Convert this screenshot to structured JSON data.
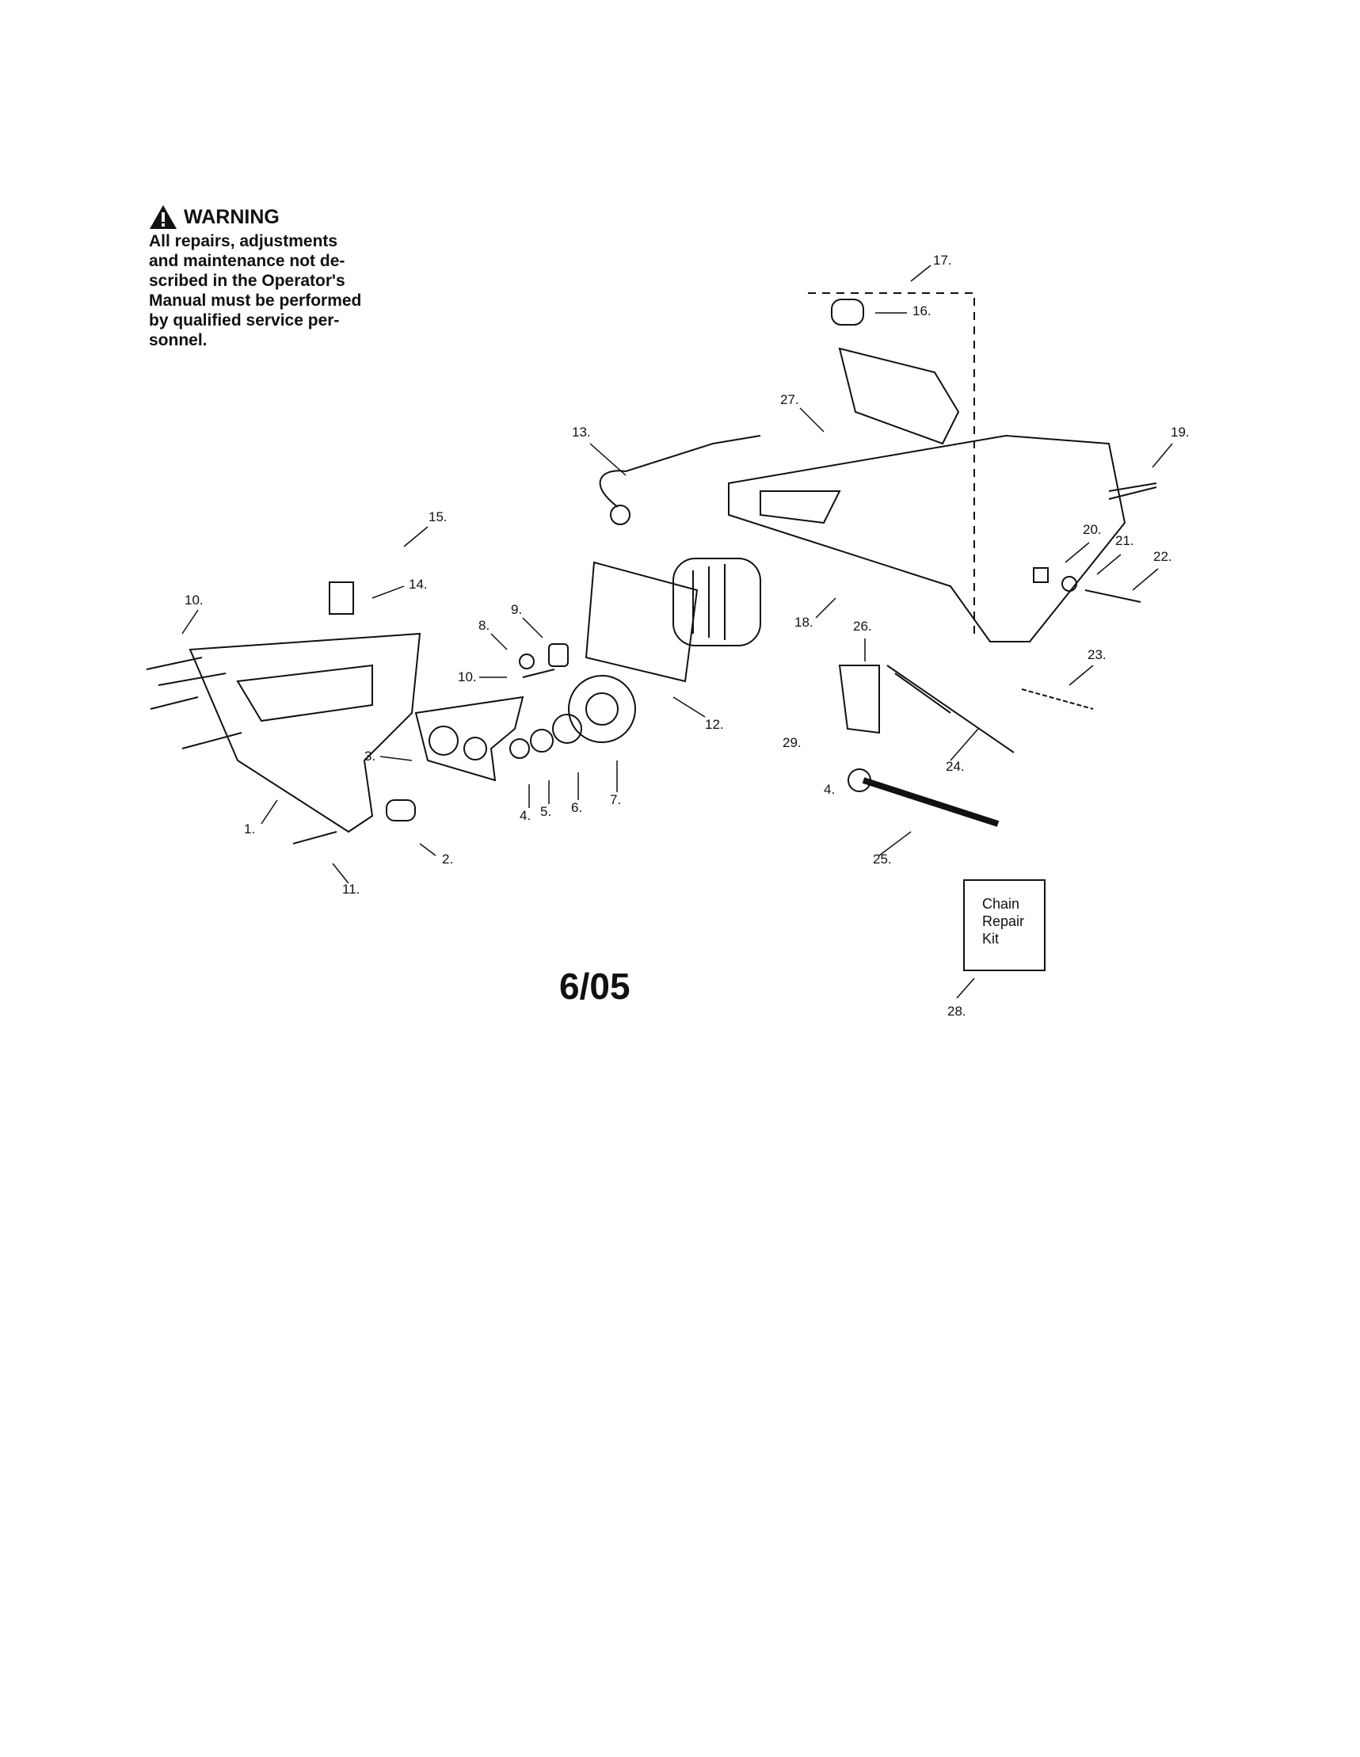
{
  "warning": {
    "heading": "WARNING",
    "icon": "warning-triangle-icon",
    "lines": [
      "All repairs, adjustments",
      "and maintenance not de-",
      "scribed in the Operator's",
      "Manual must be performed",
      "by qualified  service per-",
      "sonnel."
    ]
  },
  "callouts": [
    "1.",
    "2.",
    "3.",
    "4.",
    "4.",
    "5.",
    "6.",
    "7.",
    "8.",
    "9.",
    "10.",
    "10.",
    "11.",
    "12.",
    "13.",
    "14.",
    "15.",
    "16.",
    "17.",
    "18.",
    "19.",
    "20.",
    "21.",
    "22.",
    "23.",
    "24.",
    "25.",
    "26.",
    "27.",
    "28.",
    "29."
  ],
  "kit_box": {
    "lines": [
      "Chain",
      "Repair",
      "Kit"
    ]
  },
  "footer": {
    "date_code": "6/05"
  }
}
